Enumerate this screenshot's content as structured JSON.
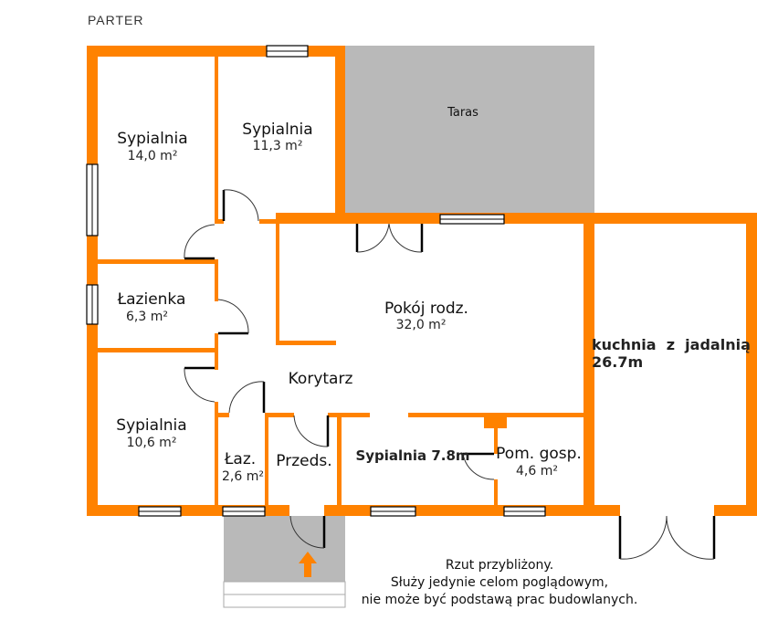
{
  "plan": {
    "title": "PARTER",
    "colors": {
      "wall": "#ff8200",
      "terrace": "#b9b9b9"
    },
    "rooms": [
      {
        "name": "Sypialnia",
        "area": "14,0 m²"
      },
      {
        "name": "Sypialnia",
        "area": "11,3 m²"
      },
      {
        "name": "Taras"
      },
      {
        "name": "Łazienka",
        "area": "6,3 m²"
      },
      {
        "name": "Pokój rodz.",
        "area": "32,0 m²"
      },
      {
        "name": "Korytarz"
      },
      {
        "name": "Sypialnia",
        "area": "10,6 m²"
      },
      {
        "name": "Łaz.",
        "area": "2,6 m²"
      },
      {
        "name": "Przeds."
      },
      {
        "name": "Sypialnia 7.8m"
      },
      {
        "name": "Pom. gosp.",
        "area": "4,6 m²"
      },
      {
        "name": "kuchnia  z  jadalnią",
        "area": "26.7m"
      }
    ],
    "note": [
      "Rzut przybliżony.",
      "Służy jedynie celom poglądowym,",
      "nie może być podstawą prac budowlanych."
    ]
  }
}
